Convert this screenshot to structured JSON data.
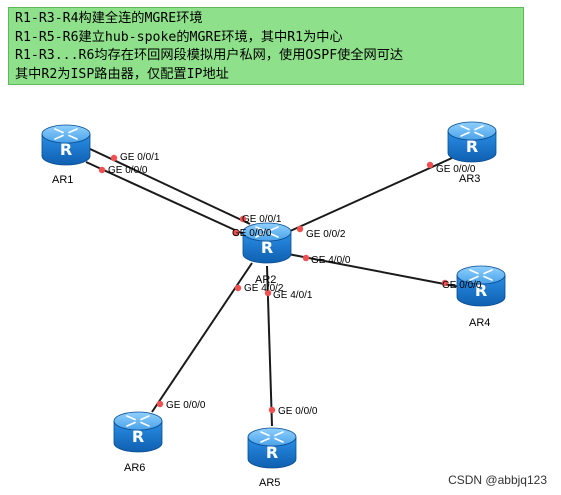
{
  "note": {
    "lines": [
      "R1-R3-R4构建全连的MGRE环境",
      "R1-R5-R6建立hub-spoke的MGRE环境，其中R1为中心",
      "R1-R3...R6均存在环回网段模拟用户私网，使用OSPF使全网可达",
      "其中R2为ISP路由器，仅配置IP地址"
    ]
  },
  "devices": [
    {
      "id": "AR1",
      "label": "AR1"
    },
    {
      "id": "AR2",
      "label": "AR2"
    },
    {
      "id": "AR3",
      "label": "AR3"
    },
    {
      "id": "AR4",
      "label": "AR4"
    },
    {
      "id": "AR5",
      "label": "AR5"
    },
    {
      "id": "AR6",
      "label": "AR6"
    }
  ],
  "links": [
    {
      "from": "AR1",
      "from_port": "GE 0/0/1",
      "to": "AR2",
      "to_port": "GE 0/0/1"
    },
    {
      "from": "AR1",
      "from_port": "GE 0/0/0",
      "to": "AR2",
      "to_port": "GE 0/0/0"
    },
    {
      "from": "AR2",
      "from_port": "GE 0/0/2",
      "to": "AR3",
      "to_port": "GE 0/0/0"
    },
    {
      "from": "AR2",
      "from_port": "GE 4/0/0",
      "to": "AR4",
      "to_port": "GE 0/0/0"
    },
    {
      "from": "AR2",
      "from_port": "GE 4/0/1",
      "to": "AR5",
      "to_port": "GE 0/0/0"
    },
    {
      "from": "AR2",
      "from_port": "GE 4/0/2",
      "to": "AR6",
      "to_port": "GE 0/0/0"
    }
  ],
  "watermark": "CSDN @abbjq123",
  "colors": {
    "router_body": "#1e7fd6",
    "router_top": "#5ab0f0",
    "link": "#1a1a1a",
    "port_dot": "#f05050",
    "note_bg": "#8fe08a"
  },
  "icons": {
    "router": "router-icon"
  }
}
